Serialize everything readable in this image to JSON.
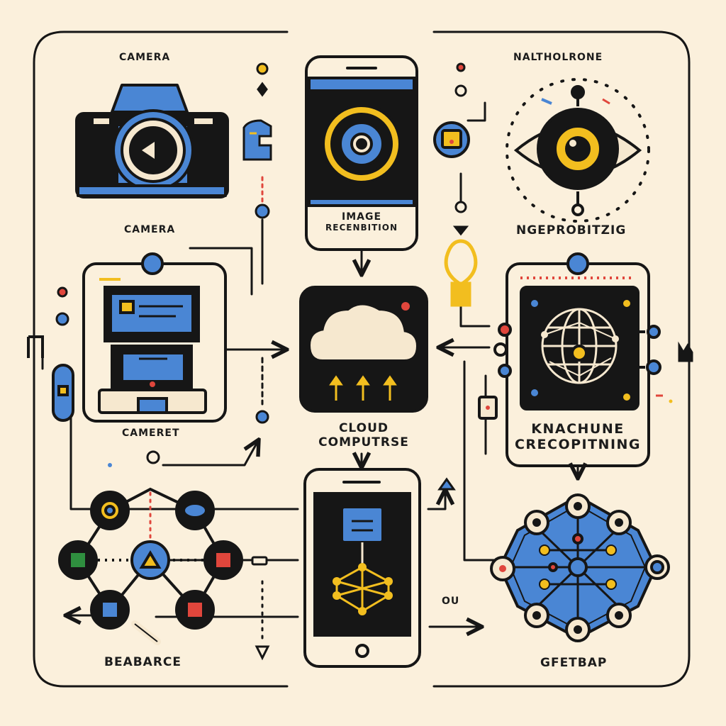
{
  "labels": {
    "camera_top": "CAMERA",
    "camera_mid": "CAMERA",
    "camera_desk": "CAMERET",
    "beabarce": "BEABARCE",
    "image_recognition_1": "IMAGE",
    "image_recognition_2": "RECENBITION",
    "cloud_1": "CLOUD",
    "cloud_2": "COMPUTRSE",
    "nalthol": "NALTHOLRONE",
    "ngepro": "NGEPROBITZIG",
    "machine_1": "KNACHUNE",
    "machine_2": "CRECOPITNING",
    "gfetbap": "GFETBAP",
    "ou": "OU"
  },
  "colors": {
    "background": "#fbf0dc",
    "ink": "#161616",
    "blue": "#4a86d4",
    "yellow": "#f2be1f",
    "red": "#e0463c",
    "green": "#2f8f3f",
    "cream": "#f6e8cf"
  },
  "icons": [
    "camera-icon",
    "phone-image-icon",
    "eye-icon",
    "desktop-computer-icon",
    "cloud-upload-icon",
    "globe-network-icon",
    "node-network-icon",
    "phone-network-icon",
    "hexagon-network-icon",
    "lightbulb-icon"
  ]
}
